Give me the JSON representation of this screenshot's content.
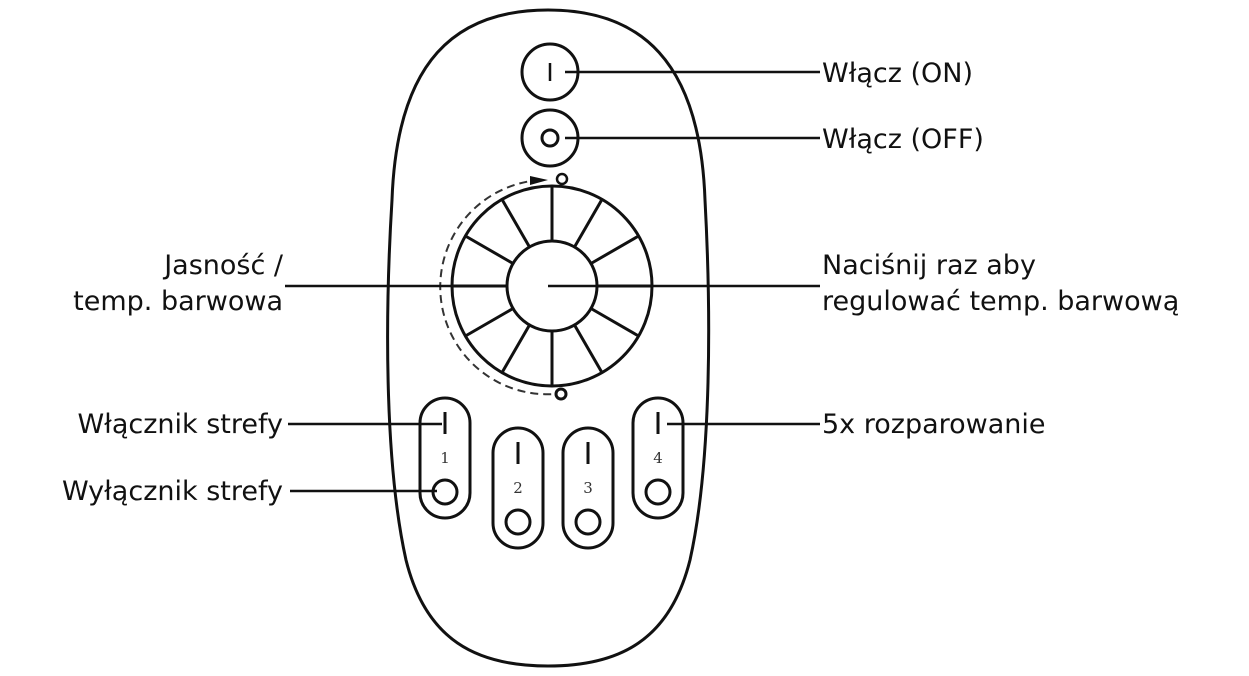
{
  "labels": {
    "on": "Włącz (ON)",
    "off": "Włącz (OFF)",
    "brightness_line1": "Jasność /",
    "brightness_line2": "temp. barwowa",
    "press_line1": "Naciśnij raz aby",
    "press_line2": "regulować temp. barwową",
    "zone_on": "Włącznik strefy",
    "zone_off": "Wyłącznik strefy",
    "unpair": "5x rozparowanie"
  },
  "zones": [
    "1",
    "2",
    "3",
    "4"
  ]
}
